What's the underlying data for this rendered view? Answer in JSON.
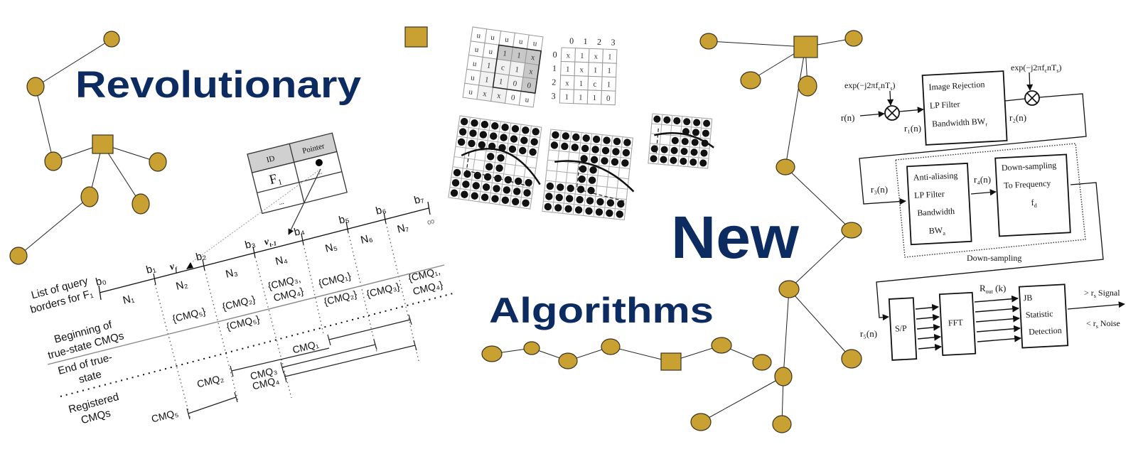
{
  "headings": {
    "revolutionary": "Revolutionary",
    "new": "New",
    "algorithms": "Algorithms"
  },
  "colors": {
    "heading": "#0c2b61",
    "node": "#c9a032"
  },
  "query_diagram": {
    "row_labels": {
      "list": [
        "List of query",
        "borders for F₁"
      ],
      "beginning": [
        "Beginning of",
        "true-state CMQs"
      ],
      "end": [
        "End of true-",
        "state"
      ],
      "registered": [
        "Registered",
        "CMQs"
      ]
    },
    "borders": [
      "b₀",
      "b₁",
      "b₂",
      "b₃",
      "b₄",
      "b₅",
      "b₆",
      "b₇"
    ],
    "infinity": "∞",
    "segments": [
      "N₁",
      "N₂",
      "N₃",
      "N₄",
      "N₅",
      "N₆",
      "N₇"
    ],
    "pointer_f": {
      "base": "v",
      "sub": "f"
    },
    "pointer_t": {
      "base": "v",
      "sub": "t-1"
    },
    "begin_sets": [
      "{CMQ₅}",
      "{CMQ₂}",
      "{CMQ₃,",
      "CMQ₄}",
      "{CMQ₁}",
      "{CMQ₅}"
    ],
    "end_sets": [
      "{CMQ₂}",
      "{CMQ₃}",
      "{CMQ₁,",
      "CMQ₄}"
    ],
    "intervals": [
      "CMQ₁",
      "CMQ₂",
      "CMQ₃",
      "CMQ₄",
      "CMQ₅"
    ],
    "table": {
      "headers": [
        "ID",
        "Pointer"
      ],
      "rows": [
        [
          "F₁",
          ""
        ],
        [
          "...",
          "..."
        ]
      ]
    }
  },
  "matrix_a": [
    [
      "u",
      "u",
      "u",
      "u",
      "u"
    ],
    [
      "u",
      "u",
      "1",
      "1",
      "x"
    ],
    [
      "u",
      "1",
      "c",
      "1",
      "x"
    ],
    [
      "u",
      "1",
      "1",
      "0",
      "0"
    ],
    [
      "u",
      "x",
      "x",
      "0",
      "u"
    ]
  ],
  "matrix_b": {
    "col_headers": [
      "0",
      "1",
      "2",
      "3"
    ],
    "row_headers": [
      "0",
      "1",
      "2",
      "3"
    ],
    "rows": [
      [
        "x",
        "1",
        "x",
        "1"
      ],
      [
        "1",
        "x",
        "1",
        "1"
      ],
      [
        "x",
        "1",
        "c",
        "1"
      ],
      [
        "1",
        "1",
        "1",
        "0"
      ]
    ]
  },
  "block_diagram": {
    "mixer1_input": {
      "pre": "exp(−j2πf",
      "sub1": "c",
      "mid": "nT",
      "sub2": "s",
      "post": ")"
    },
    "mixer2_input": {
      "pre": "exp(−j2πf",
      "sub1": "c",
      "mid": "nT",
      "sub2": "s",
      "post": ")"
    },
    "signals": {
      "r": "r(n)",
      "r1": "r₁(n)",
      "r2": "r₂(n)",
      "r3": "r₃(n)",
      "r4": "r₄(n)",
      "r5": "r₅(n)"
    },
    "image_rejection": {
      "line1": "Image Rejection",
      "line2": "LP Filter",
      "line3": "Bandwidth  BW",
      "line3_sub": "r"
    },
    "anti_aliasing": {
      "line1": "Anti-aliasing",
      "line2": "LP Filter",
      "line3": "Bandwidth",
      "line4": "BW",
      "line4_sub": "a"
    },
    "down_sampling_block": {
      "line1": "Down-sampling",
      "line2": "To Frequency",
      "line3": "f",
      "line3_sub": "d"
    },
    "down_sampling_group": "Down-sampling",
    "sp": "S/P",
    "fft": "FFT",
    "rout": {
      "base": "R",
      "sub": "out",
      "post": " (k)"
    },
    "jb": {
      "line1": "JB",
      "line2": "Statistic",
      "line3": "Detection"
    },
    "signal_out": {
      "pre": "> r",
      "sub": "s",
      "post": "  Signal"
    },
    "noise_out": {
      "pre": "< r",
      "sub": "s",
      "post": "  Noise"
    }
  }
}
